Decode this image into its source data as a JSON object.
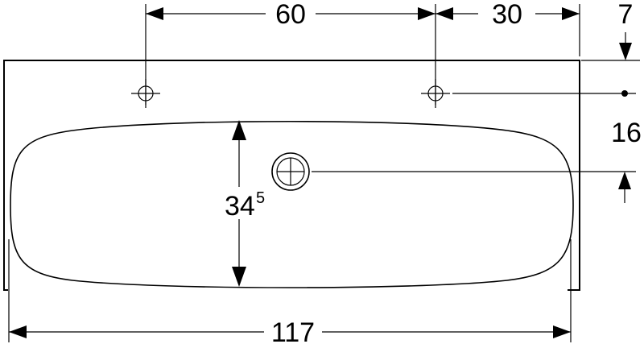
{
  "dimensions": {
    "tap_spacing": "60",
    "tap_to_edge": "30",
    "top_offset": "7",
    "waste_offset": "16",
    "bowl_depth_main": "34",
    "bowl_depth_sup": "5",
    "overall_width": "117"
  },
  "icons": {
    "tap_hole": "crosshair-circle-icon",
    "waste_outlet": "drain-icon"
  }
}
